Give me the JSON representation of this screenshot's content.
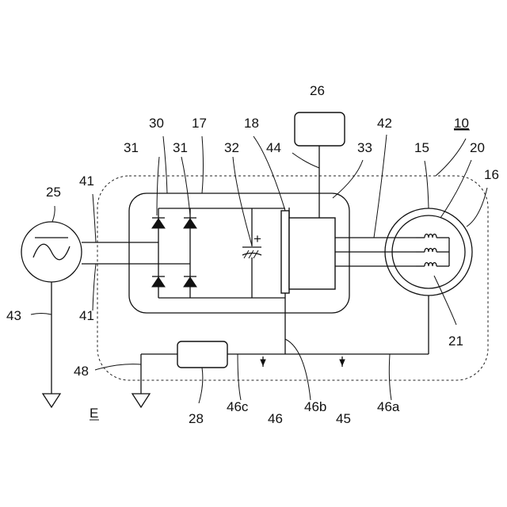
{
  "labels": {
    "l10": "10",
    "l15": "15",
    "l16": "16",
    "l17": "17",
    "l18": "18",
    "l20": "20",
    "l21": "21",
    "l25": "25",
    "l26": "26",
    "l28": "28",
    "l30": "30",
    "l31a": "31",
    "l31b": "31",
    "l32": "32",
    "l33": "33",
    "l41a": "41",
    "l41b": "41",
    "l42": "42",
    "l43": "43",
    "l44": "44",
    "l45": "45",
    "l46": "46",
    "l46a": "46a",
    "l46b": "46b",
    "l46c": "46c",
    "l48": "48",
    "lE": "E",
    "plus": "+"
  }
}
